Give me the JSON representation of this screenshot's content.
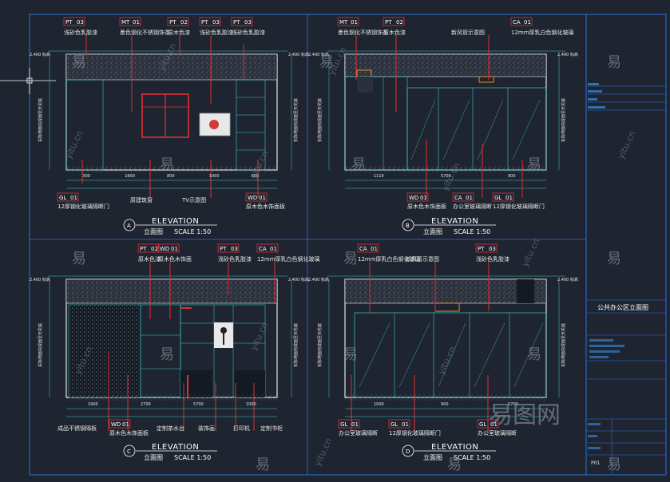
{
  "watermarks": {
    "char": "易",
    "url": "yitu.cn",
    "brand": "易图网"
  },
  "title_block": {
    "project_title": "公共办公区立面图",
    "sheet_no": "P01"
  },
  "drawings": [
    {
      "id": "A",
      "heading": "ELEVATION",
      "subtitle": "立面图",
      "scale": "SCALE 1:50",
      "tags_top": [
        {
          "code": "PT",
          "no": "03",
          "text": "浅砂色乳胶漆"
        },
        {
          "code": "MT",
          "no": "01",
          "text": "墨色钢化不锈钢饰条"
        },
        {
          "code": "PT",
          "no": "02",
          "text": "原木色漆"
        },
        {
          "code": "PT",
          "no": "03",
          "text": "浅砂色乳胶漆"
        },
        {
          "code": "PT",
          "no": "03",
          "text": "浅砂色乳胶漆"
        }
      ],
      "tags_bottom": [
        {
          "code": "GL",
          "no": "01",
          "text": "12厚钢化玻璃隔断门"
        },
        {
          "code": "WD",
          "no": "01",
          "text": "原木色木饰面板"
        }
      ],
      "notes": [
        "原建筑窗",
        "TV示意图"
      ],
      "level_left": "2.400 标高",
      "level_right": "2.400 标高",
      "side_text": "实际地面完成面至天花底",
      "dims": [
        "300",
        "1600",
        "800",
        "1000",
        "600"
      ]
    },
    {
      "id": "B",
      "heading": "ELEVATION",
      "subtitle": "立面图",
      "scale": "SCALE 1:50",
      "tags_top": [
        {
          "code": "MT",
          "no": "01",
          "text": "墨色钢化不锈钢饰条"
        },
        {
          "code": "PT",
          "no": "02",
          "text": "原木色漆"
        },
        {
          "code": "",
          "no": "",
          "text": "新风管示意图"
        },
        {
          "code": "CA",
          "no": "01",
          "text": "12mm厚乳白色钢化玻璃"
        }
      ],
      "tags_bottom": [
        {
          "code": "WD",
          "no": "01",
          "text": "原木色木饰面板"
        },
        {
          "code": "CA",
          "no": "01",
          "text": "办公室玻璃隔断"
        },
        {
          "code": "GL",
          "no": "01",
          "text": "12厚钢化玻璃隔断门"
        }
      ],
      "notes": [],
      "level_left": "2.400 标高",
      "level_right": "2.400 标高",
      "side_text": "实际地面完成面至天花底",
      "dims": [
        "1110",
        "5700",
        "900"
      ]
    },
    {
      "id": "C",
      "heading": "ELEVATION",
      "subtitle": "立面图",
      "scale": "SCALE 1:50",
      "tags_top": [
        {
          "code": "PT",
          "no": "02",
          "text": "原木色漆"
        },
        {
          "code": "WD",
          "no": "01",
          "text": "原木色木饰面"
        },
        {
          "code": "PT",
          "no": "03",
          "text": "浅砂色乳胶漆"
        },
        {
          "code": "CA",
          "no": "01",
          "text": "12mm厚乳白色钢化玻璃"
        }
      ],
      "tags_bottom": [
        {
          "code": "WD",
          "no": "01",
          "text": "原木色木饰面板"
        }
      ],
      "notes": [
        "成品不锈钢隔板",
        "定制茶水台",
        "装饰画",
        "打印机",
        "定制书柜"
      ],
      "level_left": "2.400 标高",
      "level_right": "2.400 标高",
      "side_text": "实际地面完成面至天花底",
      "dims": [
        "1900",
        "2700",
        "5700",
        "1000"
      ]
    },
    {
      "id": "D",
      "heading": "ELEVATION",
      "subtitle": "立面图",
      "scale": "SCALE 1:50",
      "tags_top": [
        {
          "code": "CA",
          "no": "01",
          "text": "12mm厚乳白色钢化玻璃"
        },
        {
          "code": "",
          "no": "",
          "text": "新风管示意图"
        },
        {
          "code": "PT",
          "no": "03",
          "text": "浅砂色乳胶漆"
        }
      ],
      "tags_bottom": [
        {
          "code": "GL",
          "no": "01",
          "text": "办公室玻璃隔断"
        },
        {
          "code": "GL",
          "no": "01",
          "text": "12厚钢化玻璃隔断门"
        },
        {
          "code": "GL",
          "no": "01",
          "text": "办公室玻璃隔断"
        }
      ],
      "notes": [],
      "level_left": "2.400 标高",
      "level_right": "2.400 标高",
      "side_text": "实际地面完成面至天花底",
      "dims": [
        "1000",
        "900",
        "5700"
      ]
    }
  ]
}
